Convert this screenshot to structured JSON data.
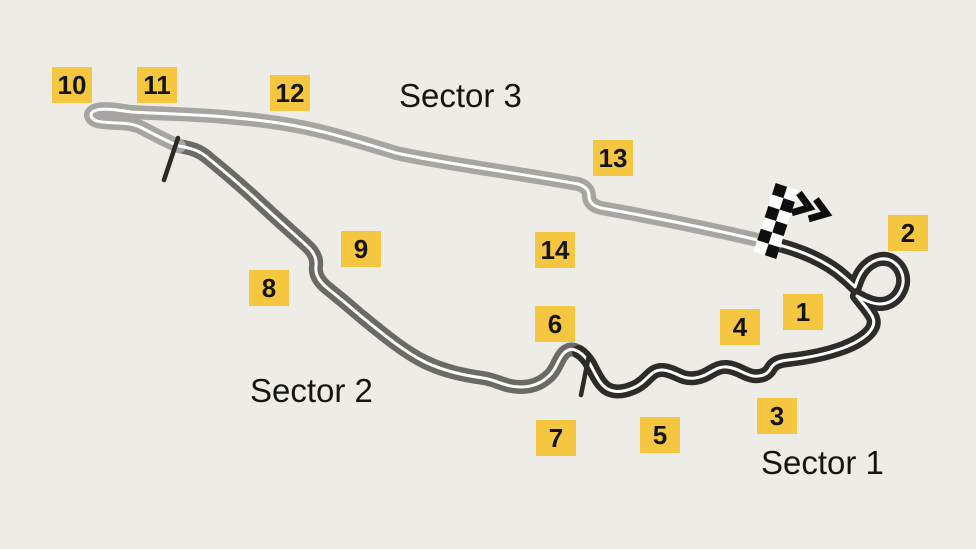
{
  "diagram": {
    "type": "race-circuit-sector-map",
    "description": "Stylised Formula 1 circuit map (14 turns) split into three timing sectors with start/finish checkered flag and direction-of-travel arrows"
  },
  "sectors": [
    {
      "id": 1,
      "label": "Sector 1",
      "color": "#2D2C2A"
    },
    {
      "id": 2,
      "label": "Sector 2",
      "color": "#6C6A66"
    },
    {
      "id": 3,
      "label": "Sector 3",
      "color": "#A7A5A1"
    }
  ],
  "turns": [
    {
      "label": "1"
    },
    {
      "label": "2"
    },
    {
      "label": "3"
    },
    {
      "label": "4"
    },
    {
      "label": "5"
    },
    {
      "label": "6"
    },
    {
      "label": "7"
    },
    {
      "label": "8"
    },
    {
      "label": "9"
    },
    {
      "label": "10"
    },
    {
      "label": "11"
    },
    {
      "label": "12"
    },
    {
      "label": "13"
    },
    {
      "label": "14"
    }
  ],
  "icons": {
    "start_finish": "checkered-flag",
    "direction": "double-chevron-right",
    "sector_boundary": "tick-mark"
  },
  "colors": {
    "background": "#EEECE6",
    "sector1": "#2D2C2A",
    "sector2": "#6C6A66",
    "sector3": "#A7A5A1",
    "centerline": "#FFFFFF",
    "turn_badge_bg": "#F5C63F",
    "turn_badge_text": "#141414",
    "label_text": "#141414",
    "tick": "#2A2A28",
    "flag_black": "#0E0E0E",
    "flag_white": "#FFFFFF",
    "arrow": "#0E0E0E"
  }
}
